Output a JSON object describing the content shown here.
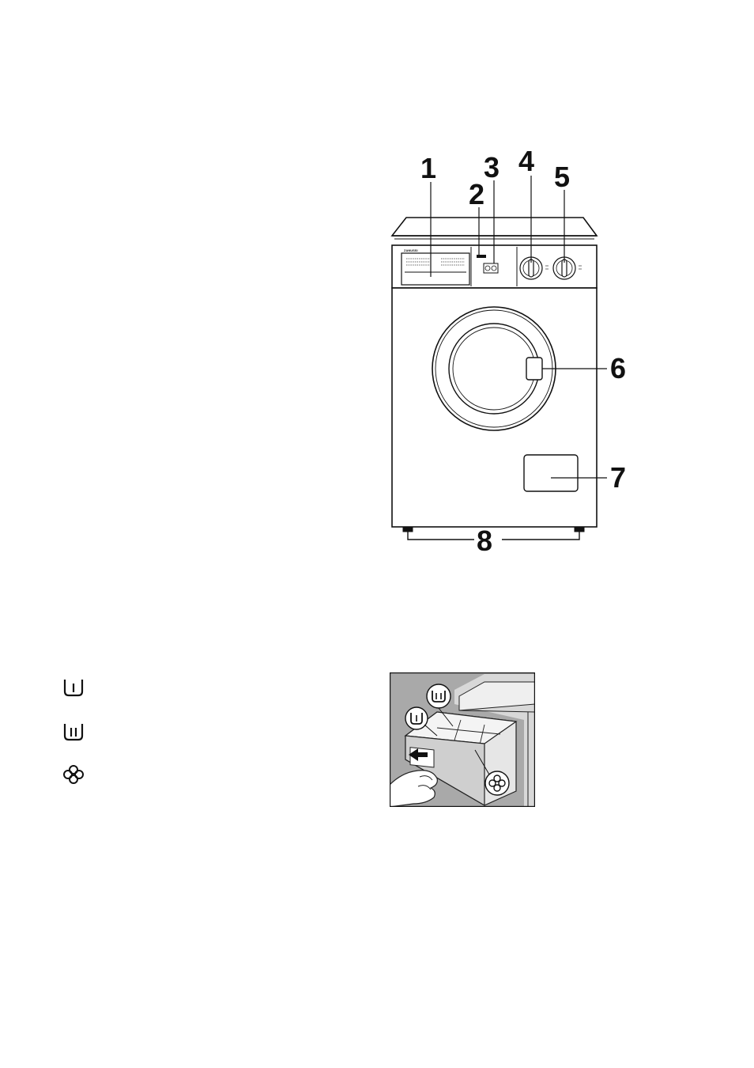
{
  "diagram": {
    "callouts": [
      "1",
      "2",
      "3",
      "4",
      "5",
      "6",
      "7",
      "8"
    ],
    "machine_brand": "ZANUSSI"
  },
  "legend": {
    "items": [
      {
        "icon": "prewash-compartment-icon"
      },
      {
        "icon": "main-wash-compartment-icon"
      },
      {
        "icon": "softener-compartment-icon"
      }
    ]
  },
  "drawer_illustration": {
    "icons": [
      "main-wash-compartment-icon",
      "prewash-compartment-icon",
      "softener-compartment-icon"
    ]
  }
}
